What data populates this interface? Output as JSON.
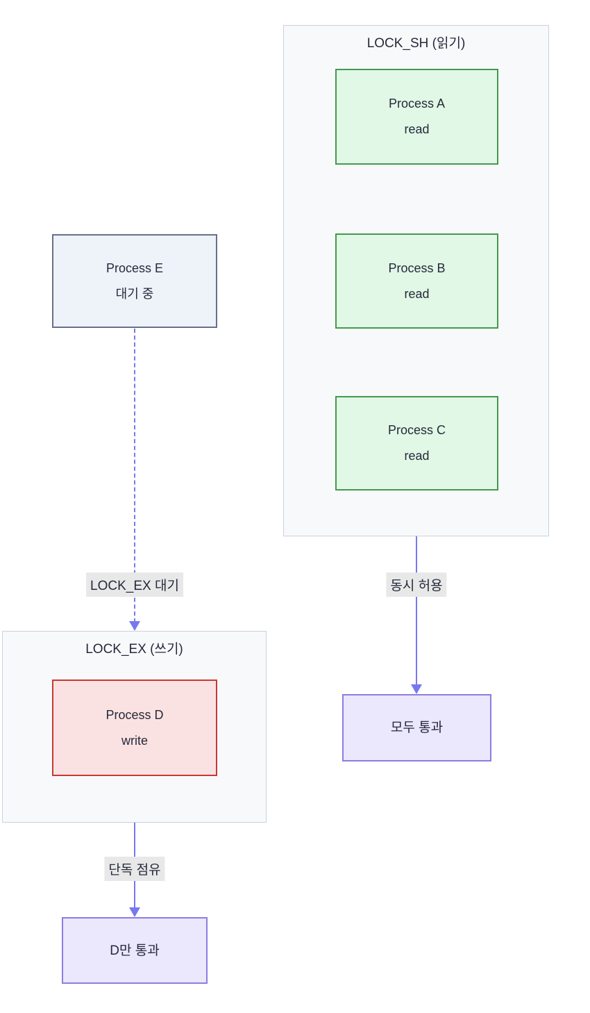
{
  "diagram": {
    "type": "flowchart",
    "direction": "top-down",
    "colors": {
      "text": "#26293b",
      "edge": "#7678f0",
      "label_bg": "#e8e8e8",
      "cluster_bg": "#f8f9fb",
      "cluster_border": "#c9d2de",
      "green_fill": "#e0f8e5",
      "green_border": "#45984e",
      "red_fill": "#fbe2e2",
      "red_border": "#c63a32",
      "slate_fill": "#eef2f9",
      "slate_border": "#677089",
      "purple_fill": "#ebe7fd",
      "purple_border": "#8f7ce0"
    },
    "clusters": [
      {
        "id": "lock_sh",
        "title": "LOCK_SH (읽기)"
      },
      {
        "id": "lock_ex",
        "title": "LOCK_EX (쓰기)"
      }
    ],
    "nodes": [
      {
        "id": "A",
        "line1": "Process A",
        "line2": "read",
        "group": "lock_sh",
        "kind": "reader"
      },
      {
        "id": "B",
        "line1": "Process B",
        "line2": "read",
        "group": "lock_sh",
        "kind": "reader"
      },
      {
        "id": "C",
        "line1": "Process C",
        "line2": "read",
        "group": "lock_sh",
        "kind": "reader"
      },
      {
        "id": "D",
        "line1": "Process D",
        "line2": "write",
        "group": "lock_ex",
        "kind": "writer"
      },
      {
        "id": "E",
        "line1": "Process E",
        "line2": "대기 중",
        "group": null,
        "kind": "waiting"
      },
      {
        "id": "pass_all",
        "label": "모두 통과",
        "kind": "result"
      },
      {
        "id": "pass_d",
        "label": "D만 통과",
        "kind": "result"
      }
    ],
    "edges": [
      {
        "from": "lock_sh",
        "to": "pass_all",
        "label": "동시 허용",
        "style": "solid"
      },
      {
        "from": "lock_ex",
        "to": "pass_d",
        "label": "단독 점유",
        "style": "solid"
      },
      {
        "from": "E",
        "to": "lock_ex",
        "label": "LOCK_EX 대기",
        "style": "dotted"
      }
    ]
  }
}
